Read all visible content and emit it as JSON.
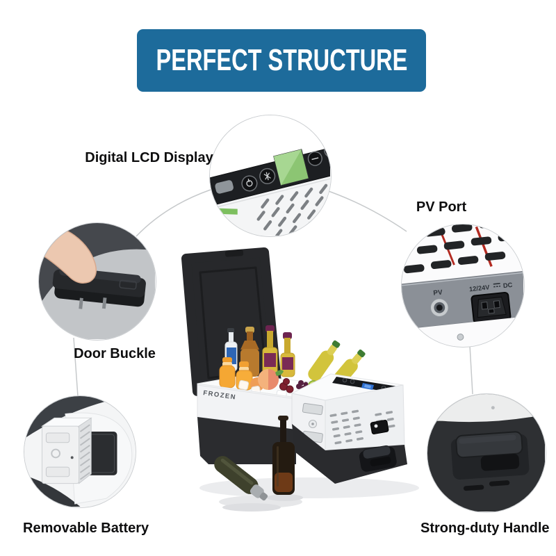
{
  "title": "PERFECT STRUCTURE",
  "features": {
    "lcd": {
      "label": "Digital LCD Display"
    },
    "pv": {
      "label": "PV Port",
      "pv_text": "PV",
      "voltage_text": "12/24V",
      "dc_text": "DC"
    },
    "buckle": {
      "label": "Door Buckle"
    },
    "battery": {
      "label": "Removable Battery"
    },
    "handle": {
      "label": "Strong-duty Handle"
    }
  },
  "product": {
    "brand": "FROZEN"
  },
  "colors": {
    "banner_blue": "#1d6b9b",
    "label_text": "#0e0e0f",
    "connector_line": "#c6c9cb",
    "lcd_screen_green": "#8cc573",
    "display_blue": "#2e6fd0",
    "product_dark": "#2a2b2e",
    "product_light": "#f2f3f5"
  }
}
